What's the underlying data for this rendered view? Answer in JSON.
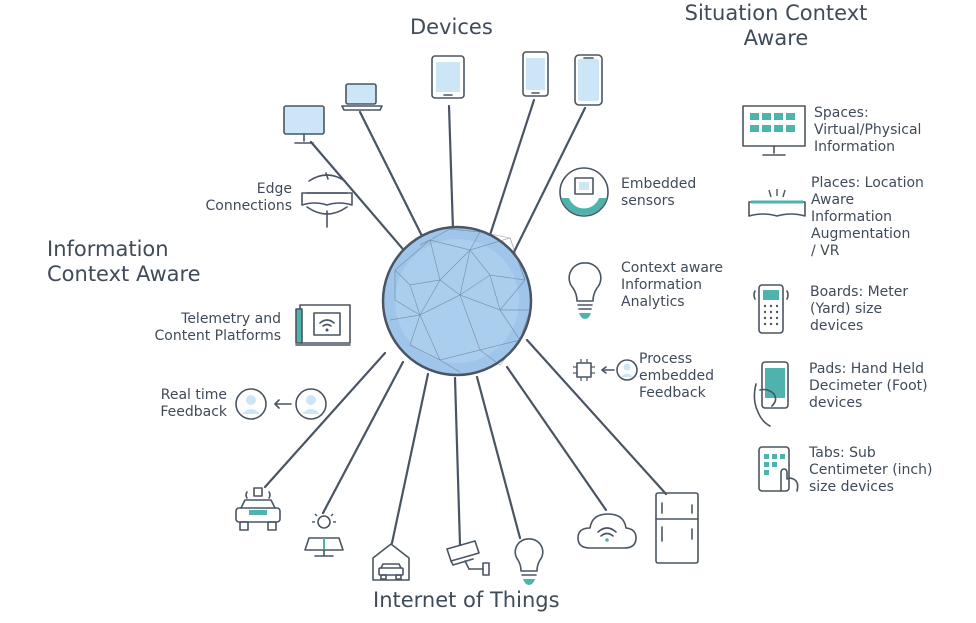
{
  "titles": {
    "devices": "Devices",
    "situation": "Situation Context\nAware",
    "information": "Information\nContext Aware",
    "iot": "Internet of Things"
  },
  "left_labels": {
    "edge": "Edge\nConnections",
    "telemetry": "Telemetry and\nContent Platforms",
    "realtime": "Real time\nFeedback"
  },
  "middle_labels": {
    "embedded": "Embedded\nsensors",
    "analytics": "Context aware\nInformation\nAnalytics",
    "process": "Process\nembedded\nFeedback"
  },
  "right_labels": {
    "spaces": "Spaces:\nVirtual/Physical\nInformation",
    "places": "Places: Location\nAware\nInformation\nAugmentation\n/ VR",
    "boards": "Boards: Meter\n(Yard) size\ndevices",
    "pads": "Pads: Hand Held\nDecimeter (Foot)\ndevices",
    "tabs": "Tabs: Sub\nCentimeter (inch)\nsize devices"
  },
  "colors": {
    "text": "#3f4b59",
    "line": "#4a5563",
    "accent": "#4eb3ad",
    "screen": "#cde6f7",
    "globe": "#9fc6ea"
  }
}
